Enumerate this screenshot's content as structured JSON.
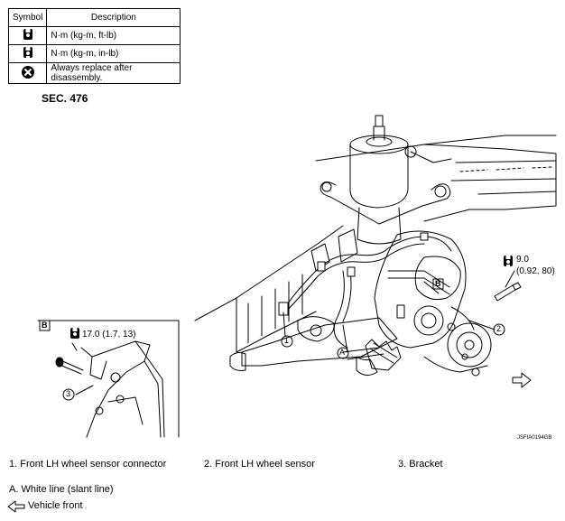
{
  "legend": {
    "header_symbol": "Symbol",
    "header_description": "Description",
    "rows": [
      {
        "icon": "torque-wrench-icon",
        "description": "N·m (kg-m, ft-lb)"
      },
      {
        "icon": "torque-wrench-inlb-icon",
        "description": "N·m (kg-m, in-lb)"
      },
      {
        "icon": "always-replace-icon",
        "description": "Always replace after disassembly."
      }
    ]
  },
  "section": "SEC. 476",
  "detail_b": {
    "label": "B",
    "torque": "17.0 (1.7, 13)",
    "callout": "3"
  },
  "main": {
    "torque_top": "9.0",
    "torque_bottom": "(0.92, 80)",
    "callout_1": "1",
    "callout_2": "2",
    "callout_a": "A",
    "callout_b": "B",
    "drawing_code": "JSFIA0194GB"
  },
  "captions": {
    "item1": "1.   Front LH wheel sensor connector",
    "item2": "2.   Front LH wheel sensor",
    "item3": "3.   Bracket",
    "itemA": "A.   White line (slant line)",
    "vehicle_front": "Vehicle front"
  },
  "colors": {
    "line": "#000000",
    "background": "#ffffff"
  }
}
